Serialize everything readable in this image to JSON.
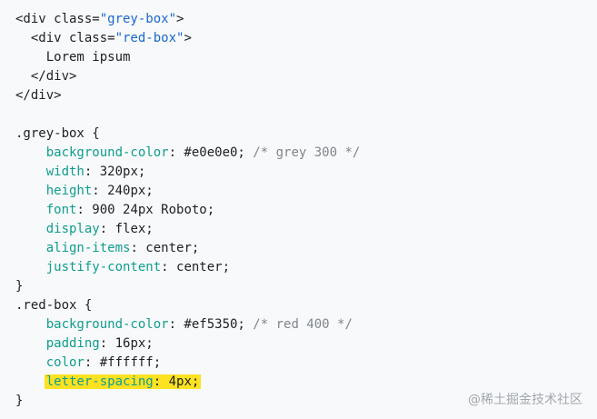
{
  "lines": [
    [
      {
        "t": "<div class=",
        "k": "plain"
      },
      {
        "t": "\"grey-box\"",
        "k": "string"
      },
      {
        "t": ">",
        "k": "plain"
      }
    ],
    [
      {
        "t": "  <div class=",
        "k": "plain"
      },
      {
        "t": "\"red-box\"",
        "k": "string"
      },
      {
        "t": ">",
        "k": "plain"
      }
    ],
    [
      {
        "t": "    Lorem ipsum",
        "k": "plain"
      }
    ],
    [
      {
        "t": "  </div>",
        "k": "plain"
      }
    ],
    [
      {
        "t": "</div>",
        "k": "plain"
      }
    ],
    [],
    [
      {
        "t": ".grey-box {",
        "k": "plain"
      }
    ],
    [
      {
        "t": "    ",
        "k": "plain"
      },
      {
        "t": "background-color",
        "k": "prop"
      },
      {
        "t": ": #e0e0e0; ",
        "k": "plain"
      },
      {
        "t": "/* grey 300 */",
        "k": "comment"
      }
    ],
    [
      {
        "t": "    ",
        "k": "plain"
      },
      {
        "t": "width",
        "k": "prop"
      },
      {
        "t": ": 320px;",
        "k": "plain"
      }
    ],
    [
      {
        "t": "    ",
        "k": "plain"
      },
      {
        "t": "height",
        "k": "prop"
      },
      {
        "t": ": 240px;",
        "k": "plain"
      }
    ],
    [
      {
        "t": "    ",
        "k": "plain"
      },
      {
        "t": "font",
        "k": "prop"
      },
      {
        "t": ": 900 24px Roboto;",
        "k": "plain"
      }
    ],
    [
      {
        "t": "    ",
        "k": "plain"
      },
      {
        "t": "display",
        "k": "prop"
      },
      {
        "t": ": flex;",
        "k": "plain"
      }
    ],
    [
      {
        "t": "    ",
        "k": "plain"
      },
      {
        "t": "align-items",
        "k": "prop"
      },
      {
        "t": ": center;",
        "k": "plain"
      }
    ],
    [
      {
        "t": "    ",
        "k": "plain"
      },
      {
        "t": "justify-content",
        "k": "prop"
      },
      {
        "t": ": center;",
        "k": "plain"
      }
    ],
    [
      {
        "t": "}",
        "k": "plain"
      }
    ],
    [
      {
        "t": ".red-box {",
        "k": "plain"
      }
    ],
    [
      {
        "t": "    ",
        "k": "plain"
      },
      {
        "t": "background-color",
        "k": "prop"
      },
      {
        "t": ": #ef5350; ",
        "k": "plain"
      },
      {
        "t": "/* red 400 */",
        "k": "comment"
      }
    ],
    [
      {
        "t": "    ",
        "k": "plain"
      },
      {
        "t": "padding",
        "k": "prop"
      },
      {
        "t": ": 16px;",
        "k": "plain"
      }
    ],
    [
      {
        "t": "    ",
        "k": "plain"
      },
      {
        "t": "color",
        "k": "prop"
      },
      {
        "t": ": #ffffff;",
        "k": "plain"
      }
    ],
    [
      {
        "t": "    ",
        "k": "plain"
      },
      {
        "t": "letter-spacing",
        "k": "prop",
        "hl": true
      },
      {
        "t": ": 4px;",
        "k": "plain",
        "hl": true
      }
    ],
    [
      {
        "t": "}",
        "k": "plain"
      }
    ]
  ],
  "watermark": "@稀土掘金技术社区",
  "colors": {
    "background": "#f8f9fa",
    "text": "#202124",
    "string": "#1967d2",
    "property": "#0f9d8f",
    "comment": "#80868b",
    "highlight": "#fde221"
  }
}
